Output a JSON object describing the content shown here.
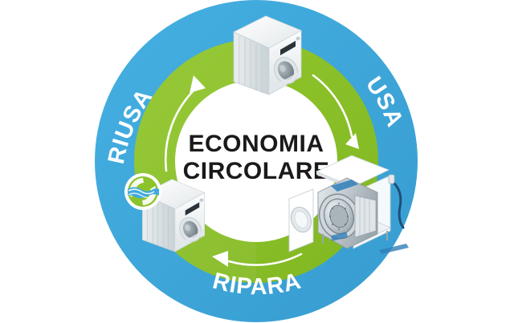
{
  "diagram": {
    "type": "circular-economy-cycle",
    "center_title_line1": "ECONOMIA",
    "center_title_line2": "CIRCOLARE",
    "outer_ring_color": "#3fa9dd",
    "inner_ring_color": "#8cc32a",
    "center_fill_color": "#ffffff",
    "label_color": "#ffffff",
    "title_color": "#1a1a1a",
    "arrow_color": "#ffffff",
    "stages": [
      {
        "id": "usa",
        "label": "USA",
        "position": "upper-right",
        "icon_name": "washing-machine-intact-icon",
        "angle_deg": 45
      },
      {
        "id": "ripara",
        "label": "RIPARA",
        "position": "bottom",
        "icon_name": "washing-machine-disassembled-icon",
        "angle_deg": 180
      },
      {
        "id": "riusa",
        "label": "RIUSA",
        "position": "upper-left",
        "icon_name": "washing-machine-refurbished-icon",
        "angle_deg": 315
      }
    ],
    "arrows": [
      {
        "id": "arrow-to-usa",
        "direction": "clockwise",
        "location": "top-right"
      },
      {
        "id": "arrow-to-ripara",
        "direction": "clockwise",
        "location": "bottom-left"
      },
      {
        "id": "arrow-to-riusa",
        "direction": "clockwise",
        "location": "top-left"
      }
    ],
    "eco_badge": {
      "id": "eco-badge",
      "icon_name": "eco-water-leaf-badge-icon",
      "leaf_color": "#8cc32a",
      "water_color": "#3fa9dd",
      "ring_color": "#ffffff"
    },
    "appliances": [
      {
        "id": "appliance-top",
        "icon_name": "washing-machine-icon",
        "state": "new",
        "body_color": "#f4f6f7"
      },
      {
        "id": "appliance-right",
        "icon_name": "washing-machine-open-icon",
        "state": "disassembled",
        "body_color": "#e8ecef"
      },
      {
        "id": "appliance-left",
        "icon_name": "washing-machine-icon",
        "state": "reused",
        "body_color": "#f4f6f7"
      }
    ]
  }
}
